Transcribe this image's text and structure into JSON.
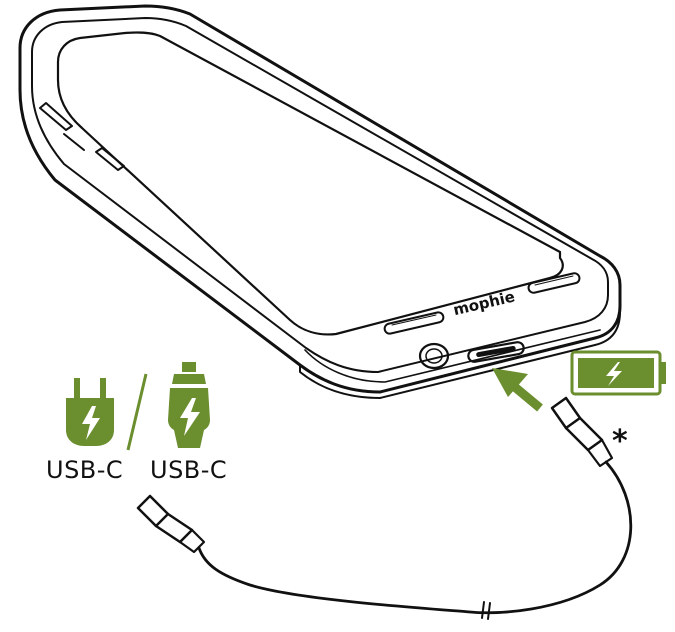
{
  "labels": {
    "wall_charger": "USB-C",
    "car_charger": "USB-C",
    "brand": "mophie",
    "footnote_mark": "*"
  },
  "colors": {
    "accent_green": "#6b8e2e",
    "line": "#111111"
  },
  "icons": [
    "wall-charger-icon",
    "car-charger-icon",
    "battery-charging-icon",
    "arrow-icon"
  ]
}
